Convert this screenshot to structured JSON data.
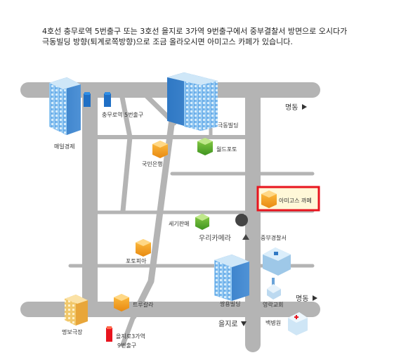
{
  "intro": {
    "line1": "4호선 충무로역 5번출구 또는 3호선 을지로 3가역 9번출구에서 중부결찰서 방면으로 오시다가",
    "line2": "극동빌딩 방향(퇴계로쪽방향)으로 조금 올라오시면 아미고스 카페가 있습니다."
  },
  "map": {
    "road_color": "#b4b4b4",
    "highlight_color": "#e8141e",
    "labels": {
      "maeil": "매일경제",
      "chungmuro_exit": "충무로역 5번출구",
      "kukdong": "극동빌딩",
      "myeongdong_top": "명동",
      "kookmin": "국민은행",
      "world_photo": "월드포토",
      "amigos": "아미고스 까페",
      "segi": "세기판매",
      "woori_camera": "우리카메라",
      "jungbu_police": "중부경찰서",
      "photopia": "포토피아",
      "ssangyong": "쌍용빌딩",
      "true_color": "트루칼라",
      "yeongrak": "영락교회",
      "myeongdong_bottom": "명동",
      "myeongbo": "명보극장",
      "euljiro": "을지로",
      "baek": "백병원",
      "euljiro3_line1": "을지로3가역",
      "euljiro3_line2": "9번출구"
    }
  }
}
